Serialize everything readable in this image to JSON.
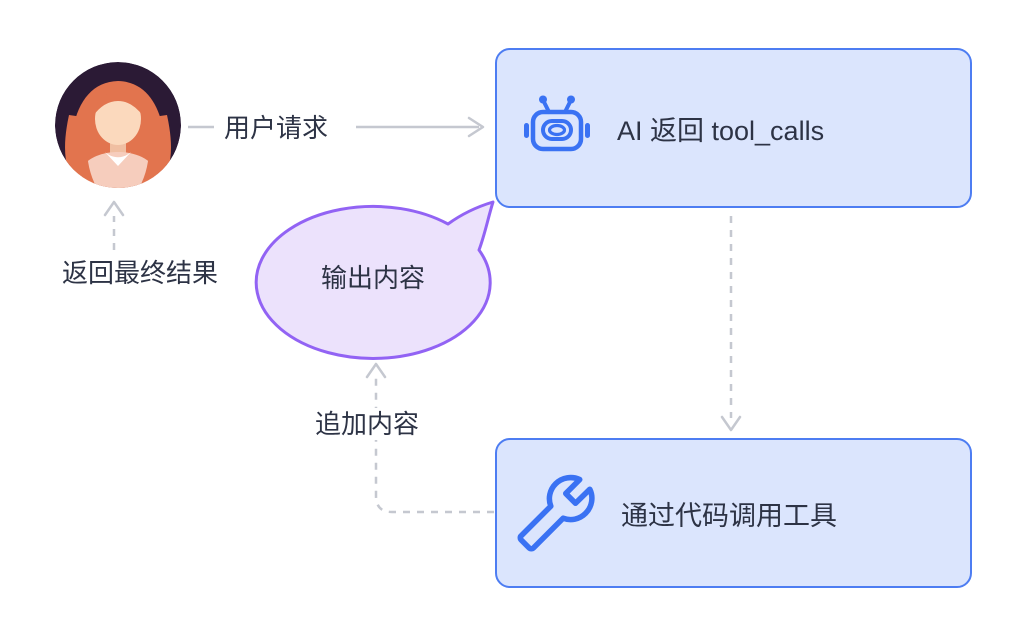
{
  "colors": {
    "box_fill": "#dbe5fd",
    "box_border": "#4d7df2",
    "icon_blue": "#3a72f3",
    "arrow_gray": "#c5c8d0",
    "text_dark": "#2d3345",
    "bubble_fill": "#ece2fc",
    "bubble_border": "#9263f4",
    "avatar_bg": "#2b1a35",
    "avatar_hair": "#e2744e",
    "avatar_skin": "#fbd9bd",
    "avatar_neck": "#f0bfa2",
    "avatar_shirt": "#f6cdbd",
    "avatar_collar": "#ffffff"
  },
  "nodes": {
    "user": {
      "icon": "woman-avatar"
    },
    "ai": {
      "label": "AI 返回 tool_calls",
      "icon": "robot-icon"
    },
    "tool": {
      "label": "通过代码调用工具",
      "icon": "wrench-icon"
    },
    "output": {
      "label": "输出内容",
      "shape": "speech-bubble"
    }
  },
  "edges": {
    "user_request": {
      "label": "用户请求",
      "from": "user",
      "to": "ai",
      "style": "solid"
    },
    "ai_to_tool": {
      "from": "ai",
      "to": "tool",
      "style": "dashed"
    },
    "tool_to_output": {
      "label": "追加内容",
      "from": "tool",
      "to": "output",
      "style": "dashed"
    },
    "output_to_user": {
      "label": "返回最终结果",
      "from": "output",
      "to": "user",
      "style": "dashed"
    }
  }
}
